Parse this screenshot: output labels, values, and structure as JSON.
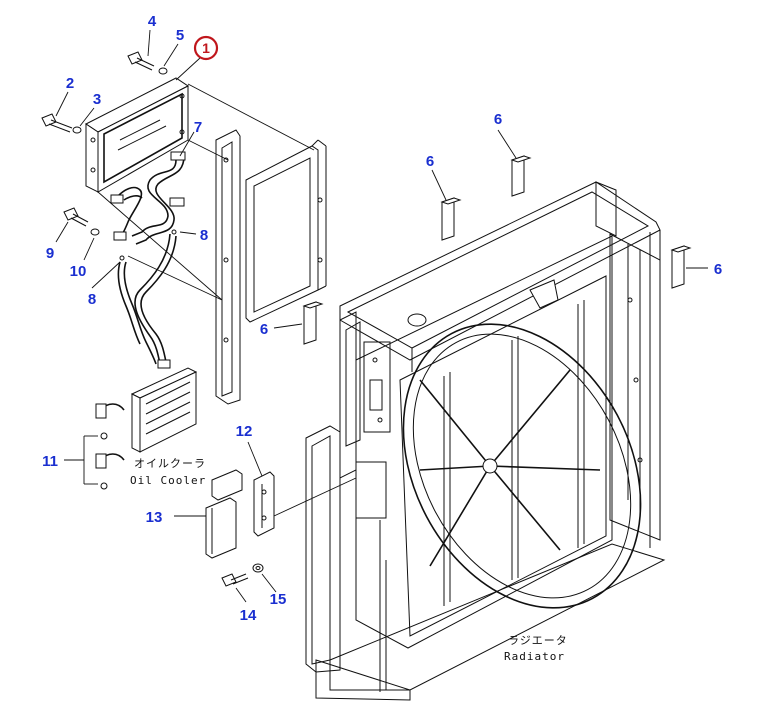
{
  "callouts": {
    "c1": "1",
    "c2": "2",
    "c3": "3",
    "c4": "4",
    "c5": "5",
    "c6a": "6",
    "c6b": "6",
    "c6c": "6",
    "c6d": "6",
    "c7": "7",
    "c8a": "8",
    "c8b": "8",
    "c9": "9",
    "c10": "10",
    "c11": "11",
    "c12": "12",
    "c13": "13",
    "c14": "14",
    "c15": "15"
  },
  "captions": {
    "oil_cooler_jp": "オイルクーラ",
    "oil_cooler_en": "Oil Cooler",
    "radiator_jp": "ラジエータ",
    "radiator_en": "Radiator"
  },
  "colors": {
    "callout": "#1a2fd0",
    "highlight": "#c0161c",
    "line": "#111111"
  }
}
